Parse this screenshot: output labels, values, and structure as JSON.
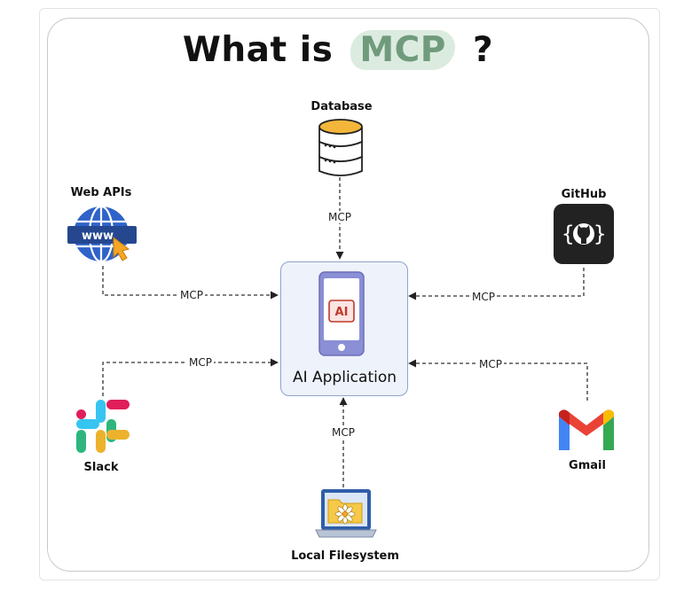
{
  "title": {
    "prefix": "What is",
    "highlight": "MCP",
    "suffix": "?"
  },
  "center": {
    "label": "AI Application",
    "device_badge": "AI"
  },
  "nodes": {
    "database": "Database",
    "web_apis": "Web APIs",
    "github": "GitHub",
    "slack": "Slack",
    "gmail": "Gmail",
    "filesystem": "Local Filesystem"
  },
  "edges": {
    "database": "MCP",
    "web_apis": "MCP",
    "github": "MCP",
    "slack": "MCP",
    "gmail": "MCP",
    "filesystem": "MCP"
  },
  "icons": {
    "web_apis_text": "www",
    "github_braces_left": "{",
    "github_braces_right": "}"
  },
  "colors": {
    "highlight_bg": "#dcebdf",
    "highlight_text": "#6f9b7c",
    "center_bg": "#eef2fb",
    "center_border": "#8fa3c9",
    "device": "#8a8fd6",
    "device_badge": "#c0392b"
  }
}
